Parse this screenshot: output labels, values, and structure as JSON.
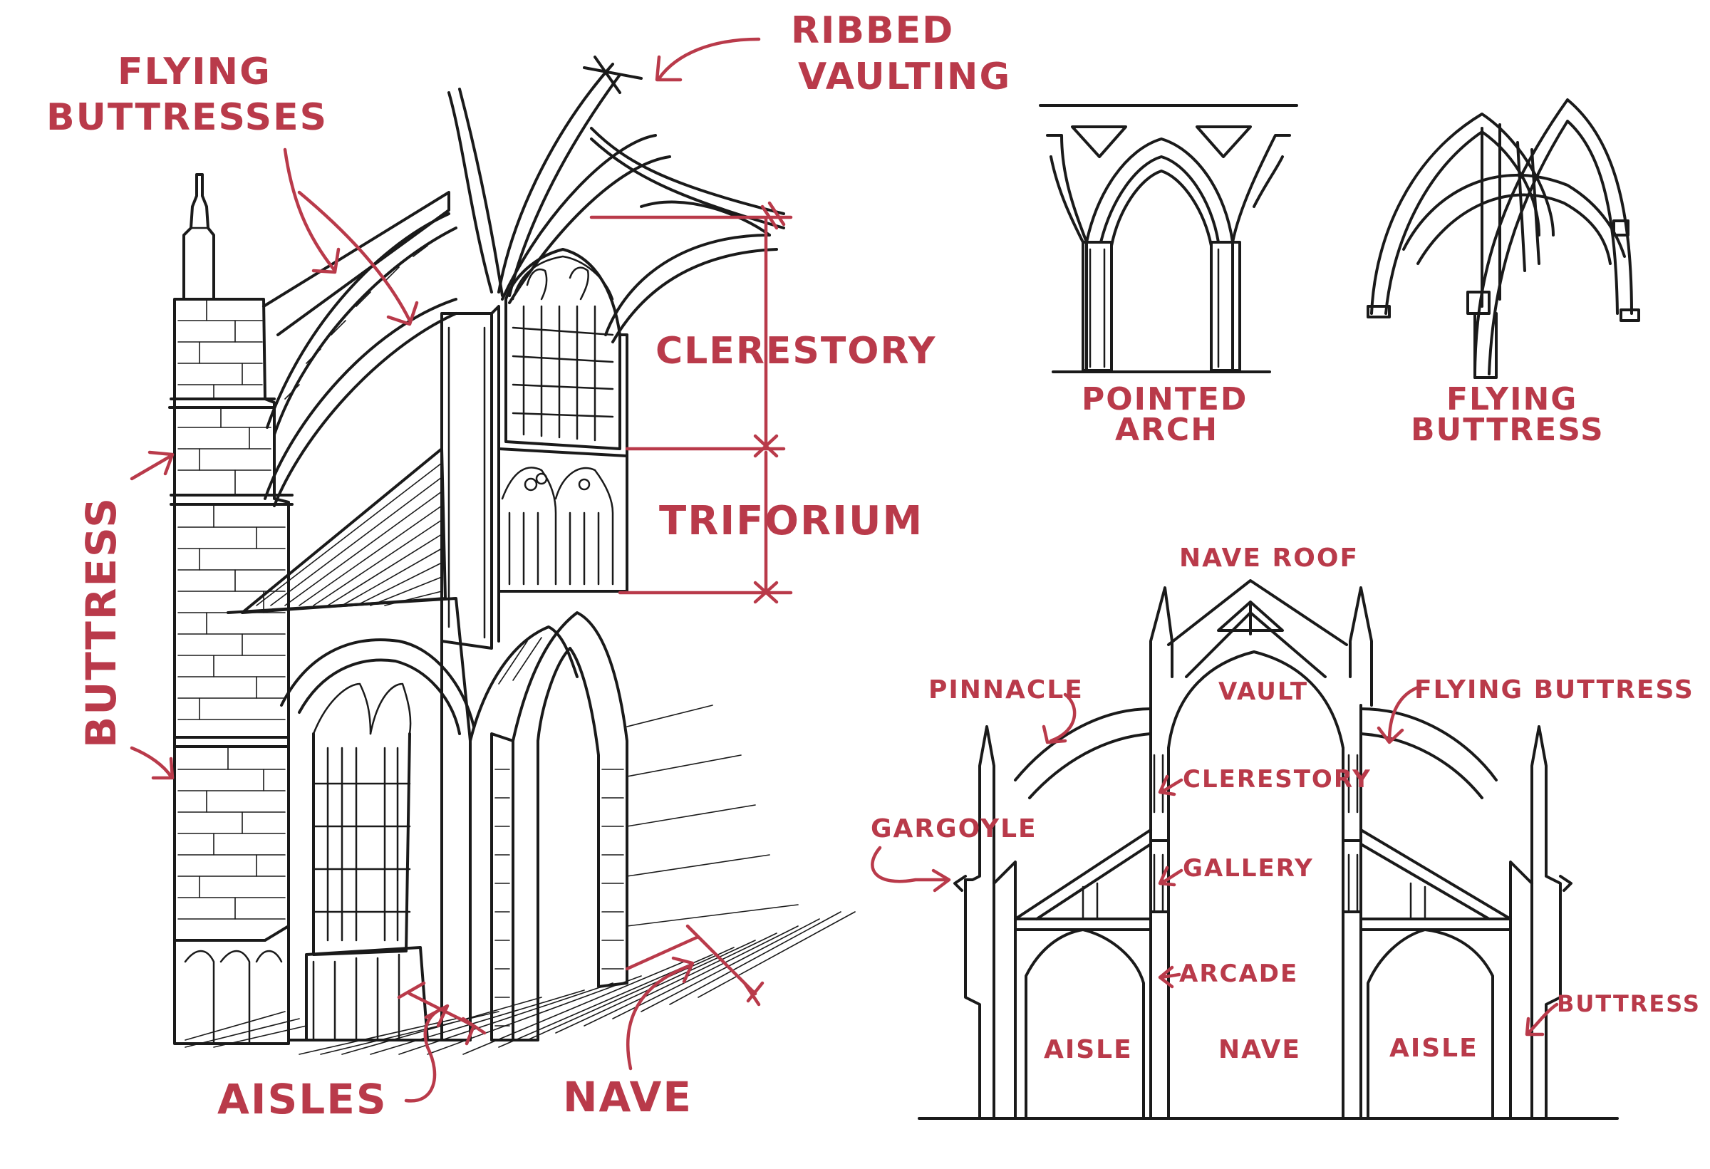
{
  "accent_color": "#b93a4a",
  "ink_color": "#1a1a1a",
  "labels": {
    "flying_buttresses": [
      "FLYING",
      "BUTTRESSES"
    ],
    "ribbed_vaulting": [
      "RIBBED",
      "VAULTING"
    ],
    "clerestory": "CLERESTORY",
    "triforium": "TRIFORIUM",
    "buttress_vertical": "BUTTRESS",
    "aisles": "AISLES",
    "nave": "NAVE",
    "pointed_arch": [
      "POINTED",
      "ARCH"
    ],
    "flying_buttress_detail": [
      "FLYING",
      "BUTTRESS"
    ]
  },
  "cross_section": {
    "nave_roof": "NAVE ROOF",
    "pinnacle": "PINNACLE",
    "vault": "VAULT",
    "flying_buttress": "FLYING BUTTRESS",
    "clerestory": "CLERESTORY",
    "gargoyle": "GARGOYLE",
    "gallery": "GALLERY",
    "arcade": "ARCADE",
    "buttress": "BUTTRESS",
    "aisle_left": "AISLE",
    "nave": "NAVE",
    "aisle_right": "AISLE"
  }
}
